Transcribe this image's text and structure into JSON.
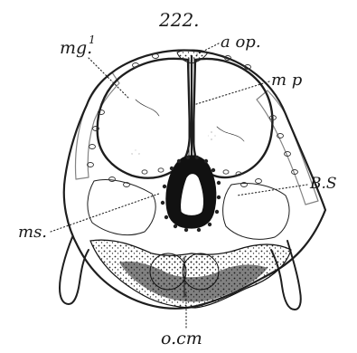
{
  "figure": {
    "number": "222.",
    "labels": {
      "mg1": "mg.",
      "mg1_sup": "1",
      "aop": "a op.",
      "mp": "m p",
      "bs": "B.S",
      "ms": "ms.",
      "ocm": "o.cm"
    }
  }
}
